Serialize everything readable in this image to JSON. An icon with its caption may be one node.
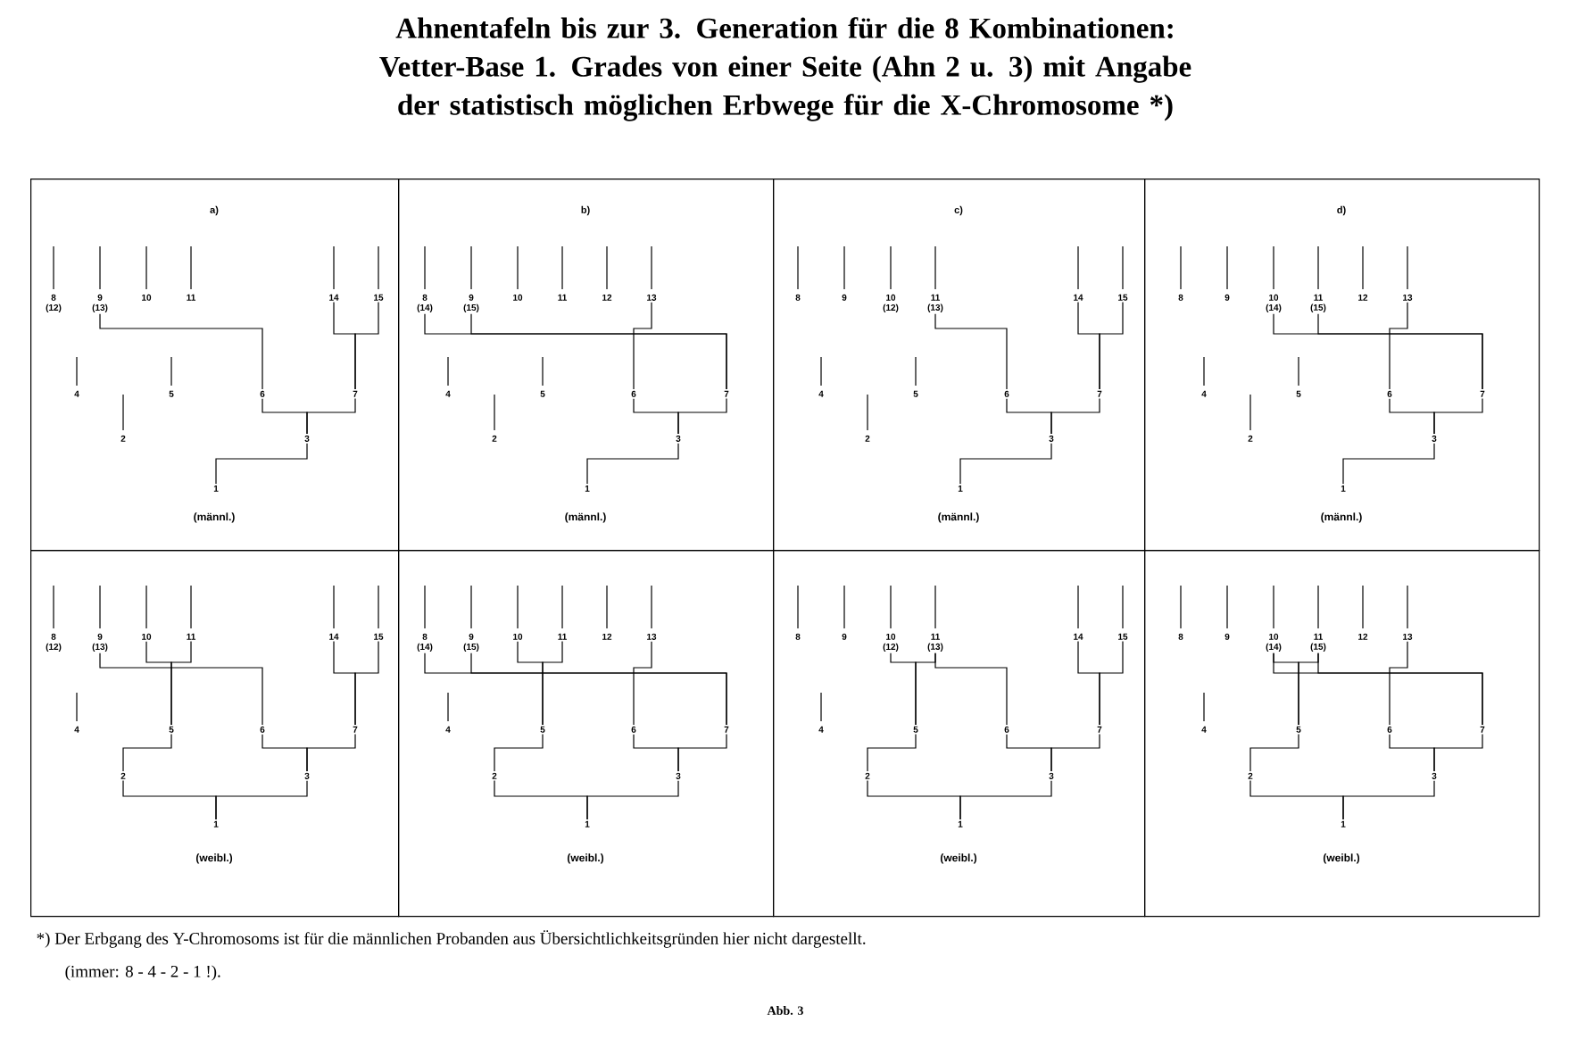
{
  "diagram": {
    "title": "Ahnentafeln bis zur 3. Generation für die 8 Kombinationen: Vetter-Base 1. Grades von einer Seite (Ahn 2 u. 3) mit Angabe der statistisch möglichen Erbwege für die X-Chromosome *)",
    "caption": "Abb. 3",
    "nodes": [
      {
        "text": [
          "a)",
          "(männl.)"
        ]
      },
      {
        "text": [
          "8",
          "(12)"
        ],
        "in": 0
      },
      {
        "text": [
          "9",
          "(13)"
        ],
        "in": 0
      },
      {
        "text": [
          "10"
        ],
        "in": 0
      },
      {
        "text": [
          "11"
        ],
        "in": 0
      },
      {
        "text": [
          "14"
        ],
        "in": 0
      },
      {
        "text": [
          "15"
        ],
        "in": 0
      },
      {
        "text": [
          "4"
        ],
        "in": 0
      },
      {
        "text": [
          "5"
        ],
        "in": 0
      },
      {
        "text": [
          "6"
        ],
        "in": 0
      },
      {
        "text": [
          "7"
        ],
        "in": 0
      },
      {
        "text": [
          "2"
        ],
        "in": 0
      },
      {
        "text": [
          "3"
        ],
        "in": 0
      },
      {
        "text": [
          "1"
        ],
        "in": 0
      },
      {
        "text": [
          "b)",
          "(männl.)"
        ]
      },
      {
        "text": [
          "8",
          "(14)"
        ],
        "in": 14
      },
      {
        "text": [
          "9",
          "(15)"
        ],
        "in": 14
      },
      {
        "text": [
          "10"
        ],
        "in": 14
      },
      {
        "text": [
          "11"
        ],
        "in": 14
      },
      {
        "text": [
          "12"
        ],
        "in": 14
      },
      {
        "text": [
          "13"
        ],
        "in": 14
      },
      {
        "text": [
          "4"
        ],
        "in": 14
      },
      {
        "text": [
          "5"
        ],
        "in": 14
      },
      {
        "text": [
          "6"
        ],
        "in": 14
      },
      {
        "text": [
          "7"
        ],
        "in": 14
      },
      {
        "text": [
          "2"
        ],
        "in": 14
      },
      {
        "text": [
          "3"
        ],
        "in": 14
      },
      {
        "text": [
          "1"
        ],
        "in": 14
      },
      {
        "text": [
          "c)",
          "(männl.)"
        ]
      },
      {
        "text": [
          "8"
        ],
        "in": 28
      },
      {
        "text": [
          "9"
        ],
        "in": 28
      },
      {
        "text": [
          "10",
          "(12)"
        ],
        "in": 28
      },
      {
        "text": [
          "11",
          "(13)"
        ],
        "in": 28
      },
      {
        "text": [
          "14"
        ],
        "in": 28
      },
      {
        "text": [
          "15"
        ],
        "in": 28
      },
      {
        "text": [
          "4"
        ],
        "in": 28
      },
      {
        "text": [
          "5"
        ],
        "in": 28
      },
      {
        "text": [
          "6"
        ],
        "in": 28
      },
      {
        "text": [
          "7"
        ],
        "in": 28
      },
      {
        "text": [
          "2"
        ],
        "in": 28
      },
      {
        "text": [
          "3"
        ],
        "in": 28
      },
      {
        "text": [
          "1"
        ],
        "in": 28
      },
      {
        "text": [
          "d)",
          "(männl.)"
        ]
      },
      {
        "text": [
          "8"
        ],
        "in": 42
      },
      {
        "text": [
          "9"
        ],
        "in": 42
      },
      {
        "text": [
          "10",
          "(14)"
        ],
        "in": 42
      },
      {
        "text": [
          "11",
          "(15)"
        ],
        "in": 42
      },
      {
        "text": [
          "12"
        ],
        "in": 42
      },
      {
        "text": [
          "13"
        ],
        "in": 42
      },
      {
        "text": [
          "4"
        ],
        "in": 42
      },
      {
        "text": [
          "5"
        ],
        "in": 42
      },
      {
        "text": [
          "6"
        ],
        "in": 42
      },
      {
        "text": [
          "7"
        ],
        "in": 42
      },
      {
        "text": [
          "2"
        ],
        "in": 42
      },
      {
        "text": [
          "3"
        ],
        "in": 42
      },
      {
        "text": [
          "1"
        ],
        "in": 42
      },
      {
        "text": [
          "(weibl.)"
        ]
      },
      {
        "text": [
          "8",
          "(12)"
        ],
        "in": 56
      },
      {
        "text": [
          "9",
          "(13)"
        ],
        "in": 56
      },
      {
        "text": [
          "10"
        ],
        "in": 56
      },
      {
        "text": [
          "11"
        ],
        "in": 56
      },
      {
        "text": [
          "14"
        ],
        "in": 56
      },
      {
        "text": [
          "15"
        ],
        "in": 56
      },
      {
        "text": [
          "4"
        ],
        "in": 56
      },
      {
        "text": [
          "5"
        ],
        "in": 56
      },
      {
        "text": [
          "6"
        ],
        "in": 56
      },
      {
        "text": [
          "7"
        ],
        "in": 56
      },
      {
        "text": [
          "2"
        ],
        "in": 56
      },
      {
        "text": [
          "3"
        ],
        "in": 56
      },
      {
        "text": [
          "1"
        ],
        "in": 56
      },
      {
        "text": [
          "(weibl.)"
        ]
      },
      {
        "text": [
          "8",
          "(14)"
        ],
        "in": 70
      },
      {
        "text": [
          "9",
          "(15)"
        ],
        "in": 70
      },
      {
        "text": [
          "10"
        ],
        "in": 70
      },
      {
        "text": [
          "11"
        ],
        "in": 70
      },
      {
        "text": [
          "12"
        ],
        "in": 70
      },
      {
        "text": [
          "13"
        ],
        "in": 70
      },
      {
        "text": [
          "4"
        ],
        "in": 70
      },
      {
        "text": [
          "5"
        ],
        "in": 70
      },
      {
        "text": [
          "6"
        ],
        "in": 70
      },
      {
        "text": [
          "7"
        ],
        "in": 70
      },
      {
        "text": [
          "2"
        ],
        "in": 70
      },
      {
        "text": [
          "3"
        ],
        "in": 70
      },
      {
        "text": [
          "1"
        ],
        "in": 70
      },
      {
        "text": [
          "(weibl.)"
        ]
      },
      {
        "text": [
          "8"
        ],
        "in": 84
      },
      {
        "text": [
          "9"
        ],
        "in": 84
      },
      {
        "text": [
          "10",
          "(12)"
        ],
        "in": 84
      },
      {
        "text": [
          "11",
          "(13)"
        ],
        "in": 84
      },
      {
        "text": [
          "14"
        ],
        "in": 84
      },
      {
        "text": [
          "15"
        ],
        "in": 84
      },
      {
        "text": [
          "4"
        ],
        "in": 84
      },
      {
        "text": [
          "5"
        ],
        "in": 84
      },
      {
        "text": [
          "6"
        ],
        "in": 84
      },
      {
        "text": [
          "7"
        ],
        "in": 84
      },
      {
        "text": [
          "2"
        ],
        "in": 84
      },
      {
        "text": [
          "3"
        ],
        "in": 84
      },
      {
        "text": [
          "1"
        ],
        "in": 84
      },
      {
        "text": [
          "(weibl.)"
        ]
      },
      {
        "text": [
          "8"
        ],
        "in": 98
      },
      {
        "text": [
          "9"
        ],
        "in": 98
      },
      {
        "text": [
          "10",
          "(14)"
        ],
        "in": 98
      },
      {
        "text": [
          "11",
          "(15)"
        ],
        "in": 98
      },
      {
        "text": [
          "12"
        ],
        "in": 98
      },
      {
        "text": [
          "13"
        ],
        "in": 98
      },
      {
        "text": [
          "4"
        ],
        "in": 98
      },
      {
        "text": [
          "5"
        ],
        "in": 98
      },
      {
        "text": [
          "6"
        ],
        "in": 98
      },
      {
        "text": [
          "7"
        ],
        "in": 98
      },
      {
        "text": [
          "2"
        ],
        "in": 98
      },
      {
        "text": [
          "3"
        ],
        "in": 98
      },
      {
        "text": [
          "1"
        ],
        "in": 98
      }
    ],
    "edges": [
      {
        "from": 2,
        "to": 9,
        "arrow": "none"
      },
      {
        "from": 5,
        "to": 10,
        "arrow": "none"
      },
      {
        "from": 6,
        "to": 10,
        "arrow": "none"
      },
      {
        "from": 9,
        "to": 12,
        "arrow": "none"
      },
      {
        "from": 10,
        "to": 12,
        "arrow": "none"
      },
      {
        "from": 12,
        "to": 13,
        "arrow": "none"
      },
      {
        "from": 15,
        "to": 24,
        "arrow": "none"
      },
      {
        "from": 16,
        "to": 24,
        "arrow": "none"
      },
      {
        "from": 20,
        "to": 23,
        "arrow": "none"
      },
      {
        "from": 23,
        "to": 26,
        "arrow": "none"
      },
      {
        "from": 24,
        "to": 26,
        "arrow": "none"
      },
      {
        "from": 26,
        "to": 27,
        "arrow": "none"
      },
      {
        "from": 32,
        "to": 37,
        "arrow": "none"
      },
      {
        "from": 33,
        "to": 38,
        "arrow": "none"
      },
      {
        "from": 34,
        "to": 38,
        "arrow": "none"
      },
      {
        "from": 37,
        "to": 40,
        "arrow": "none"
      },
      {
        "from": 38,
        "to": 40,
        "arrow": "none"
      },
      {
        "from": 40,
        "to": 41,
        "arrow": "none"
      },
      {
        "from": 45,
        "to": 52,
        "arrow": "none"
      },
      {
        "from": 46,
        "to": 52,
        "arrow": "none"
      },
      {
        "from": 48,
        "to": 51,
        "arrow": "none"
      },
      {
        "from": 51,
        "to": 54,
        "arrow": "none"
      },
      {
        "from": 52,
        "to": 54,
        "arrow": "none"
      },
      {
        "from": 54,
        "to": 55,
        "arrow": "none"
      },
      {
        "from": 58,
        "to": 65,
        "arrow": "none"
      },
      {
        "from": 59,
        "to": 64,
        "arrow": "none"
      },
      {
        "from": 60,
        "to": 64,
        "arrow": "none"
      },
      {
        "from": 61,
        "to": 66,
        "arrow": "none"
      },
      {
        "from": 62,
        "to": 66,
        "arrow": "none"
      },
      {
        "from": 64,
        "to": 67,
        "arrow": "none"
      },
      {
        "from": 65,
        "to": 68,
        "arrow": "none"
      },
      {
        "from": 66,
        "to": 68,
        "arrow": "none"
      },
      {
        "from": 67,
        "to": 69,
        "arrow": "none"
      },
      {
        "from": 68,
        "to": 69,
        "arrow": "none"
      },
      {
        "from": 71,
        "to": 80,
        "arrow": "none"
      },
      {
        "from": 72,
        "to": 80,
        "arrow": "none"
      },
      {
        "from": 73,
        "to": 78,
        "arrow": "none"
      },
      {
        "from": 74,
        "to": 78,
        "arrow": "none"
      },
      {
        "from": 76,
        "to": 79,
        "arrow": "none"
      },
      {
        "from": 78,
        "to": 81,
        "arrow": "none"
      },
      {
        "from": 79,
        "to": 82,
        "arrow": "none"
      },
      {
        "from": 80,
        "to": 82,
        "arrow": "none"
      },
      {
        "from": 81,
        "to": 83,
        "arrow": "none"
      },
      {
        "from": 82,
        "to": 83,
        "arrow": "none"
      },
      {
        "from": 87,
        "to": 92,
        "arrow": "none"
      },
      {
        "from": 88,
        "to": 92,
        "arrow": "none"
      },
      {
        "from": 88,
        "to": 93,
        "arrow": "none"
      },
      {
        "from": 89,
        "to": 94,
        "arrow": "none"
      },
      {
        "from": 90,
        "to": 94,
        "arrow": "none"
      },
      {
        "from": 92,
        "to": 95,
        "arrow": "none"
      },
      {
        "from": 93,
        "to": 96,
        "arrow": "none"
      },
      {
        "from": 94,
        "to": 96,
        "arrow": "none"
      },
      {
        "from": 95,
        "to": 97,
        "arrow": "none"
      },
      {
        "from": 96,
        "to": 97,
        "arrow": "none"
      },
      {
        "from": 101,
        "to": 106,
        "arrow": "none"
      },
      {
        "from": 102,
        "to": 106,
        "arrow": "none"
      },
      {
        "from": 101,
        "to": 108,
        "arrow": "none"
      },
      {
        "from": 102,
        "to": 108,
        "arrow": "none"
      },
      {
        "from": 104,
        "to": 107,
        "arrow": "none"
      },
      {
        "from": 106,
        "to": 109,
        "arrow": "none"
      },
      {
        "from": 107,
        "to": 110,
        "arrow": "none"
      },
      {
        "from": 108,
        "to": 110,
        "arrow": "none"
      },
      {
        "from": 109,
        "to": 111,
        "arrow": "none"
      },
      {
        "from": 110,
        "to": 111,
        "arrow": "none"
      }
    ],
    "labels": [
      "*) Der Erbgang des Y-Chromosoms ist für die männlichen Probanden aus Übersichtlichkeitsgründen hier nicht dargestellt.",
      "(immer: 8 - 4 - 2 - 1 !)."
    ]
  }
}
